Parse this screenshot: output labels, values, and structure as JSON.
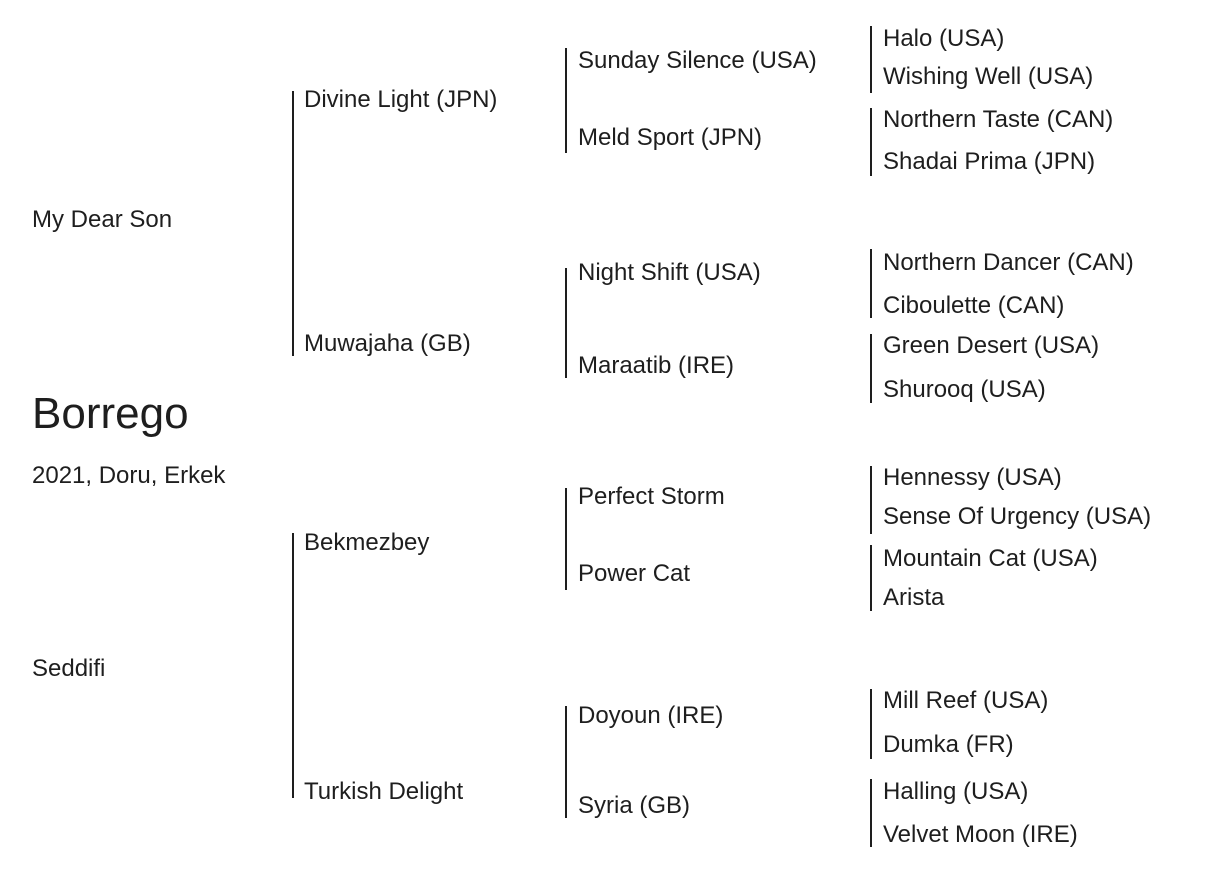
{
  "horse": {
    "name": "Borrego",
    "details": "2021, Doru, Erkek"
  },
  "gen1": {
    "sire": "My Dear Son",
    "dam": "Seddifi"
  },
  "gen2": {
    "sire_sire": "Divine Light (JPN)",
    "sire_dam": "Muwajaha (GB)",
    "dam_sire": "Bekmezbey",
    "dam_dam": "Turkish Delight"
  },
  "gen3": {
    "ss_sire": "Sunday Silence (USA)",
    "ss_dam": "Meld Sport (JPN)",
    "sd_sire": "Night Shift (USA)",
    "sd_dam": "Maraatib (IRE)",
    "ds_sire": "Perfect Storm",
    "ds_dam": "Power Cat",
    "dd_sire": "Doyoun (IRE)",
    "dd_dam": "Syria (GB)"
  },
  "gen4": {
    "sss_sire": "Halo (USA)",
    "sss_dam": "Wishing Well (USA)",
    "ssd_sire": "Northern Taste (CAN)",
    "ssd_dam": "Shadai Prima (JPN)",
    "sds_sire": "Northern Dancer (CAN)",
    "sds_dam": "Ciboulette (CAN)",
    "sdd_sire": "Green Desert (USA)",
    "sdd_dam": "Shurooq (USA)",
    "dss_sire": "Hennessy (USA)",
    "dss_dam": "Sense Of Urgency (USA)",
    "dsd_sire": "Mountain Cat (USA)",
    "dsd_dam": "Arista",
    "dds_sire": "Mill Reef (USA)",
    "dds_dam": "Dumka (FR)",
    "ddd_sire": "Halling (USA)",
    "ddd_dam": "Velvet Moon (IRE)"
  }
}
